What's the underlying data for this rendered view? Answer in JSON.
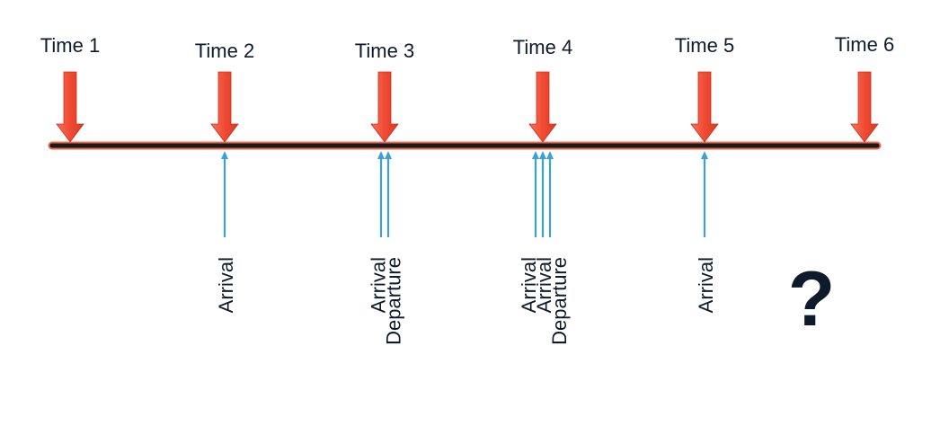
{
  "colors": {
    "timeline": "#1a1a1a",
    "timeline_glow": "#e8593a",
    "time_arrow": "#f04a33",
    "event_arrow": "#3aa0d8",
    "text": "#0f1a2b"
  },
  "time_markers": [
    "Time 1",
    "Time 2",
    "Time 3",
    "Time 4",
    "Time 5",
    "Time 6"
  ],
  "events": [
    {
      "time_index": 1,
      "labels": [
        "Arrival"
      ]
    },
    {
      "time_index": 2,
      "labels": [
        "Arrival",
        "Departure"
      ]
    },
    {
      "time_index": 3,
      "labels": [
        "Arrival",
        "Arrival",
        "Departure"
      ]
    },
    {
      "time_index": 4,
      "labels": [
        "Arrival"
      ]
    }
  ],
  "unknown": {
    "time_index": 5,
    "symbol": "?"
  }
}
